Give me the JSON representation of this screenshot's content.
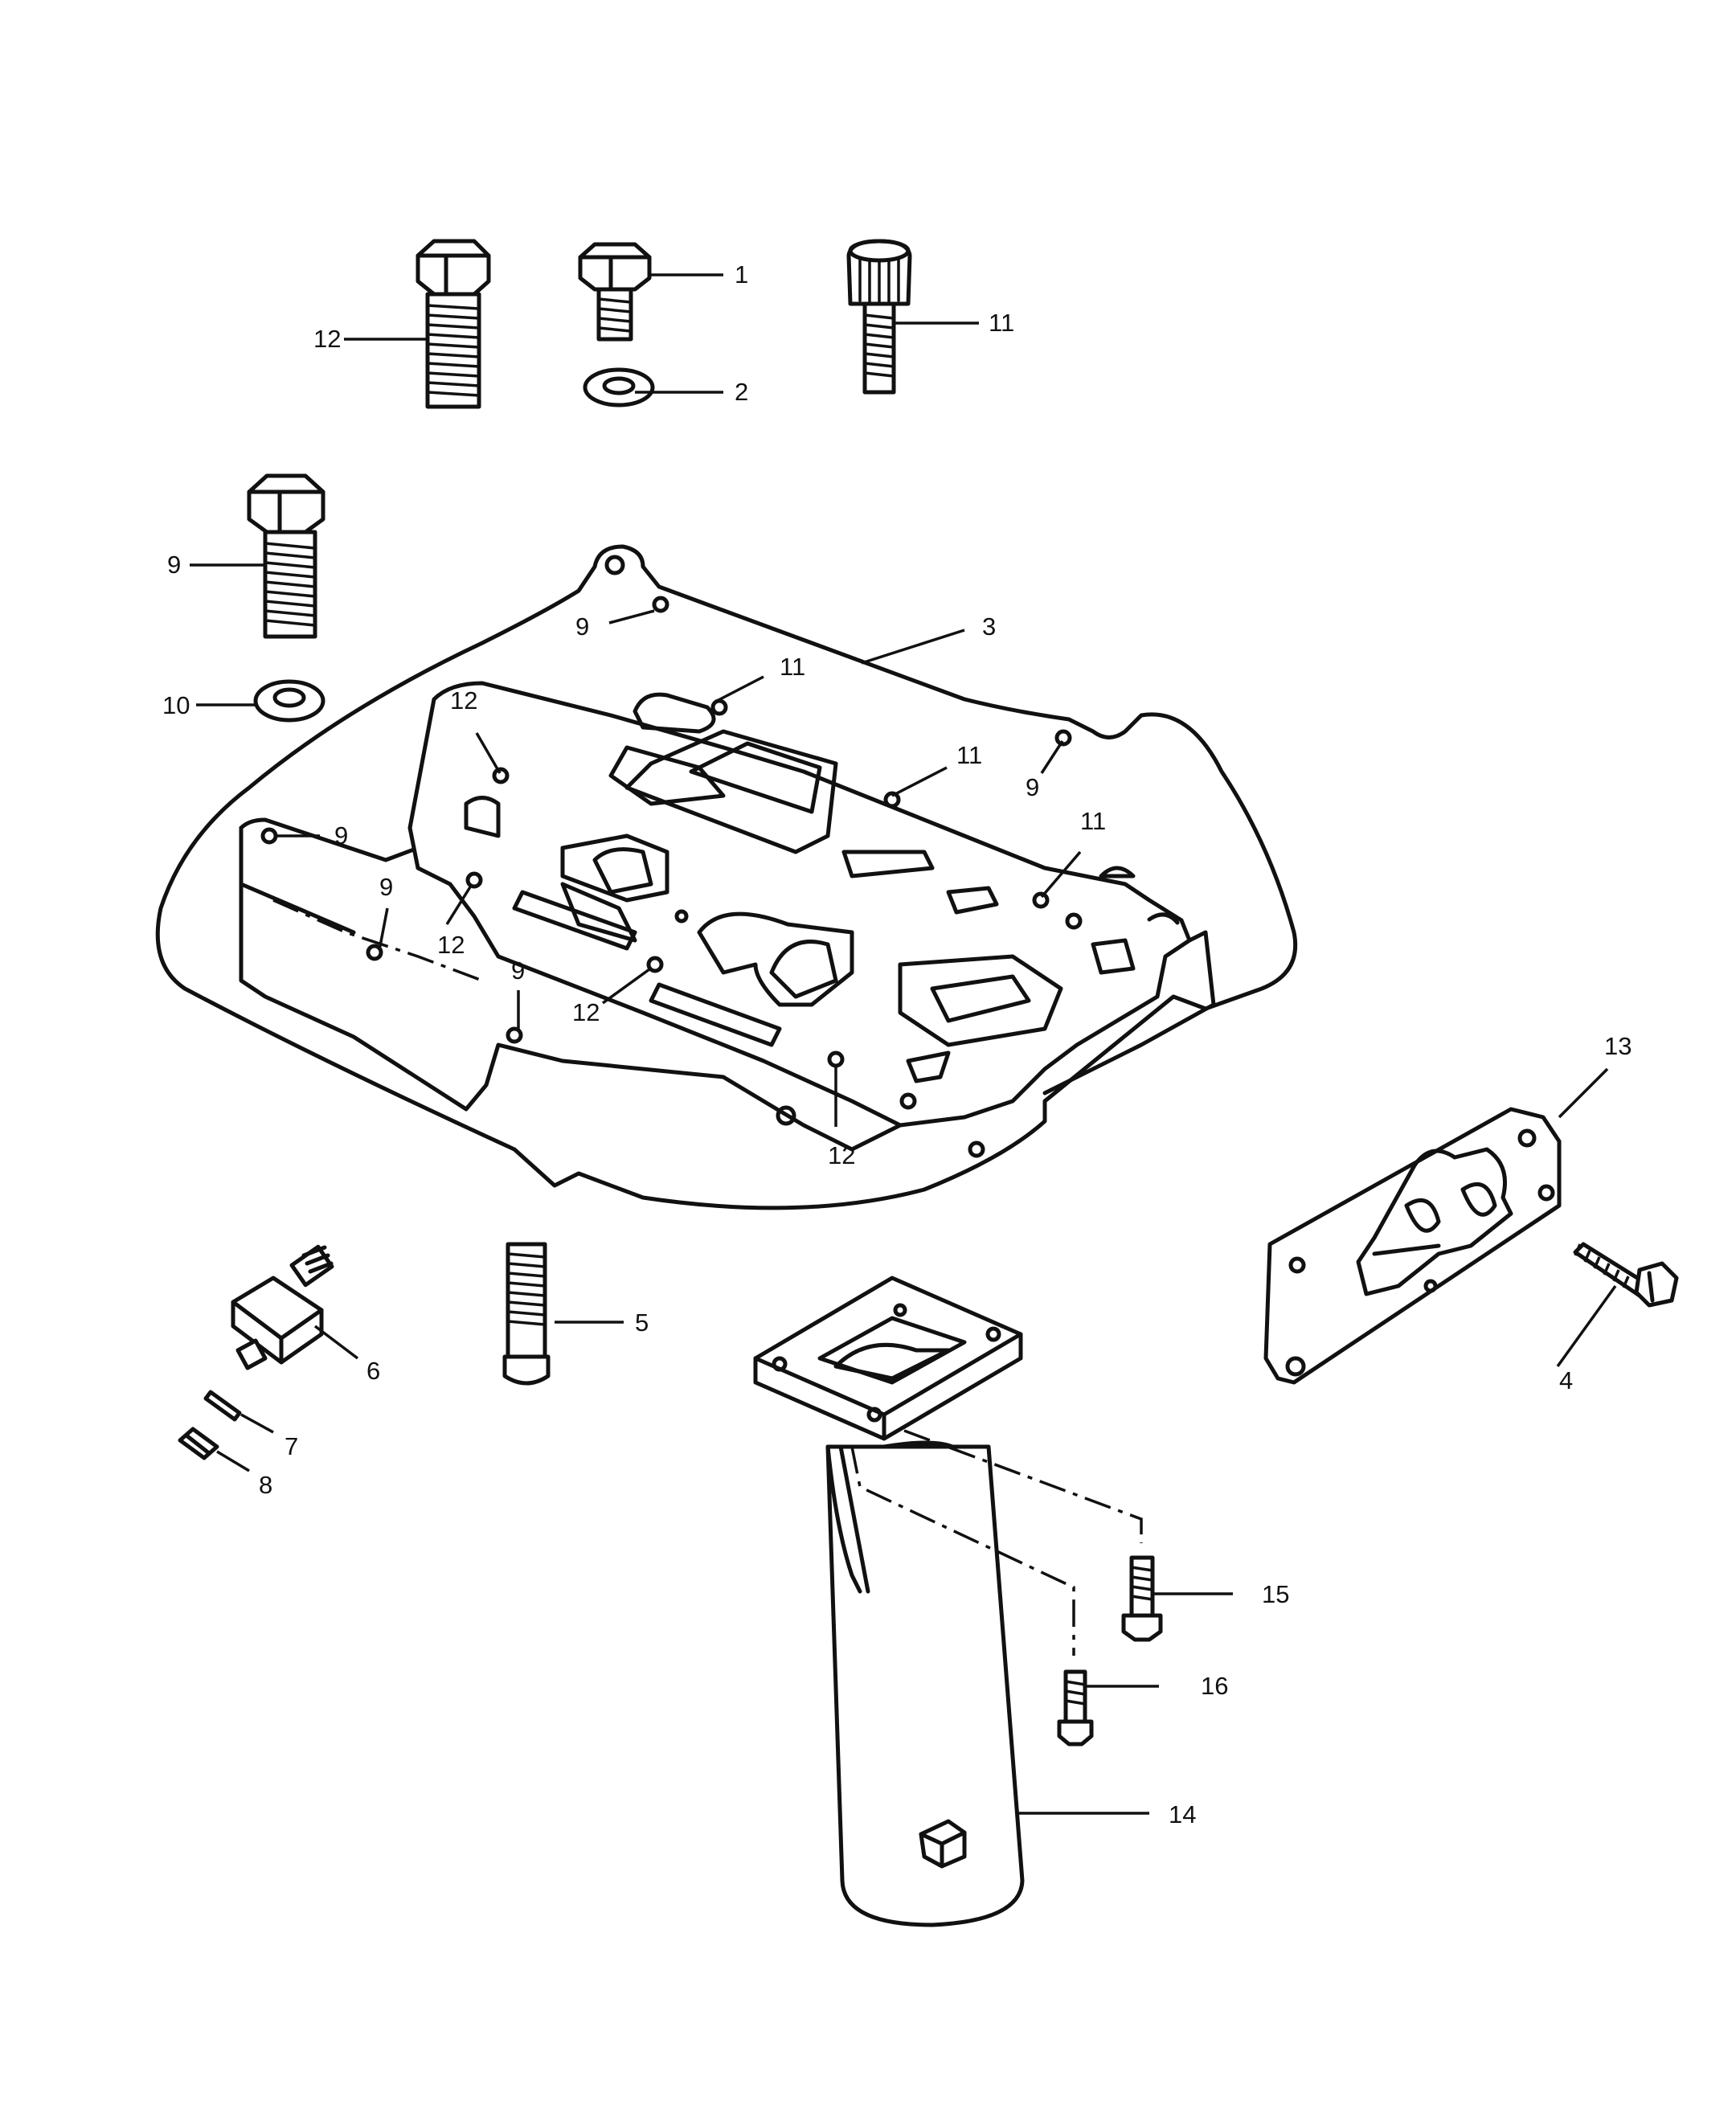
{
  "callouts": {
    "c1": "1",
    "c2": "2",
    "c3": "3",
    "c4": "4",
    "c5": "5",
    "c6": "6",
    "c7": "7",
    "c8": "8",
    "c9a": "9",
    "c9b": "9",
    "c9c": "9",
    "c9d": "9",
    "c9e": "9",
    "c9f": "9",
    "c10": "10",
    "c11a": "11",
    "c11b": "11",
    "c11c": "11",
    "c11d": "11",
    "c12a": "12",
    "c12b": "12",
    "c12c": "12",
    "c12d": "12",
    "c12e": "12",
    "c13": "13",
    "c14": "14",
    "c15": "15",
    "c16": "16"
  },
  "parts": [
    {
      "ref": "1",
      "name": "hex-head-screw"
    },
    {
      "ref": "2",
      "name": "lock-washer"
    },
    {
      "ref": "3",
      "name": "adapter-plate"
    },
    {
      "ref": "4",
      "name": "screw"
    },
    {
      "ref": "5",
      "name": "stud"
    },
    {
      "ref": "6",
      "name": "switch"
    },
    {
      "ref": "7",
      "name": "pin"
    },
    {
      "ref": "8",
      "name": "connector"
    },
    {
      "ref": "9",
      "name": "hex-bolt"
    },
    {
      "ref": "10",
      "name": "lock-washer"
    },
    {
      "ref": "11",
      "name": "socket-head-screw"
    },
    {
      "ref": "12",
      "name": "hex-bolt"
    },
    {
      "ref": "13",
      "name": "cover-plate"
    },
    {
      "ref": "14",
      "name": "exhaust-tube"
    },
    {
      "ref": "15",
      "name": "screw"
    },
    {
      "ref": "16",
      "name": "screw"
    }
  ]
}
